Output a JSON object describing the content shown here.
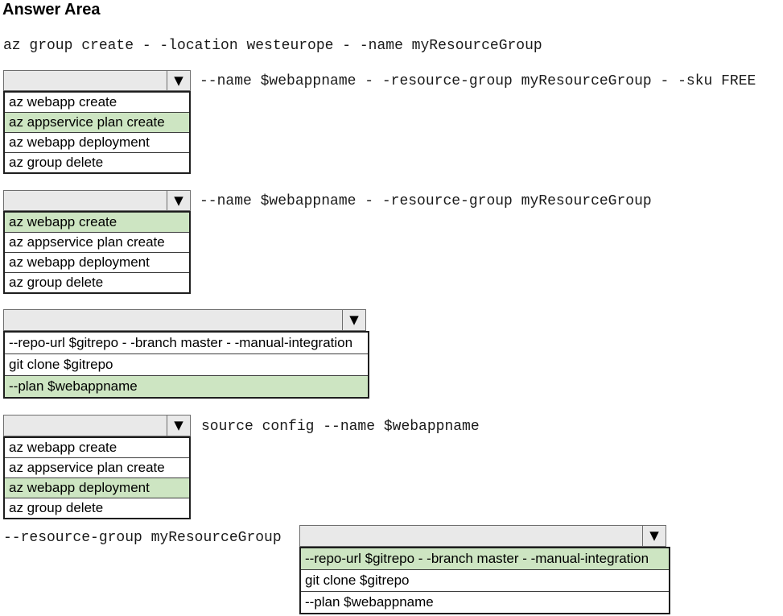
{
  "title": "Answer Area",
  "colors": {
    "highlight_green": "#cde5c2",
    "select_background": "#e9e9e9",
    "list_border": "#1e1e1e",
    "page_background": "#ffffff"
  },
  "icons": {
    "dropdown_arrow": "▼"
  },
  "command_line_1": "az group create - -location westeurope - -name myResourceGroup",
  "groups": [
    {
      "suffix": "--name $webappname - -resource-group myResourceGroup - -sku FREE",
      "options": [
        "az webapp create",
        "az appservice plan create",
        "az webapp deployment",
        "az group delete"
      ],
      "selected_index": 1,
      "selected_option": "az appservice plan create"
    },
    {
      "suffix": "--name $webappname - -resource-group myResourceGroup",
      "options": [
        "az webapp create",
        "az appservice plan create",
        "az webapp deployment",
        "az group delete"
      ],
      "selected_index": 0,
      "selected_option": "az webapp create"
    },
    {
      "suffix": "",
      "options": [
        "--repo-url $gitrepo - -branch master - -manual-integration",
        "git clone $gitrepo",
        "--plan $webappname"
      ],
      "selected_index": 2,
      "selected_option": "--plan $webappname"
    },
    {
      "suffix": "source config --name $webappname",
      "options": [
        "az webapp create",
        "az appservice plan create",
        "az webapp deployment",
        "az group delete"
      ],
      "selected_index": 2,
      "selected_option": "az webapp deployment"
    },
    {
      "prefix": "--resource-group myResourceGroup",
      "options": [
        "--repo-url $gitrepo - -branch master - -manual-integration",
        "git clone $gitrepo",
        "--plan $webappname"
      ],
      "selected_index": 0,
      "selected_option": "--repo-url $gitrepo - -branch master - -manual-integration"
    }
  ]
}
